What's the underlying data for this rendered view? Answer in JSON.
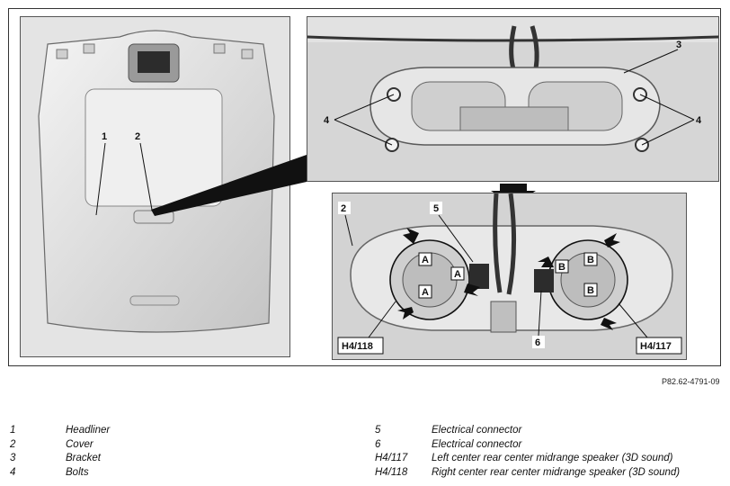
{
  "callouts": {
    "main": [
      "1",
      "2"
    ],
    "top": [
      "3",
      "4",
      "4"
    ],
    "bottom": [
      "2",
      "5",
      "6",
      "A",
      "A",
      "A",
      "B",
      "B",
      "B",
      "H4/118",
      "H4/117"
    ]
  },
  "figure_ref": "P82.62-4791-09",
  "legend_left": [
    {
      "key": "1",
      "value": "Headliner"
    },
    {
      "key": "2",
      "value": "Cover"
    },
    {
      "key": "3",
      "value": "Bracket"
    },
    {
      "key": "4",
      "value": "Bolts"
    }
  ],
  "legend_right": [
    {
      "key": "5",
      "value": "Electrical connector"
    },
    {
      "key": "6",
      "value": "Electrical connector"
    },
    {
      "key": "H4/117",
      "value": "Left center rear center midrange speaker (3D sound)"
    },
    {
      "key": "H4/118",
      "value": "Right center rear center midrange speaker (3D sound)"
    }
  ]
}
